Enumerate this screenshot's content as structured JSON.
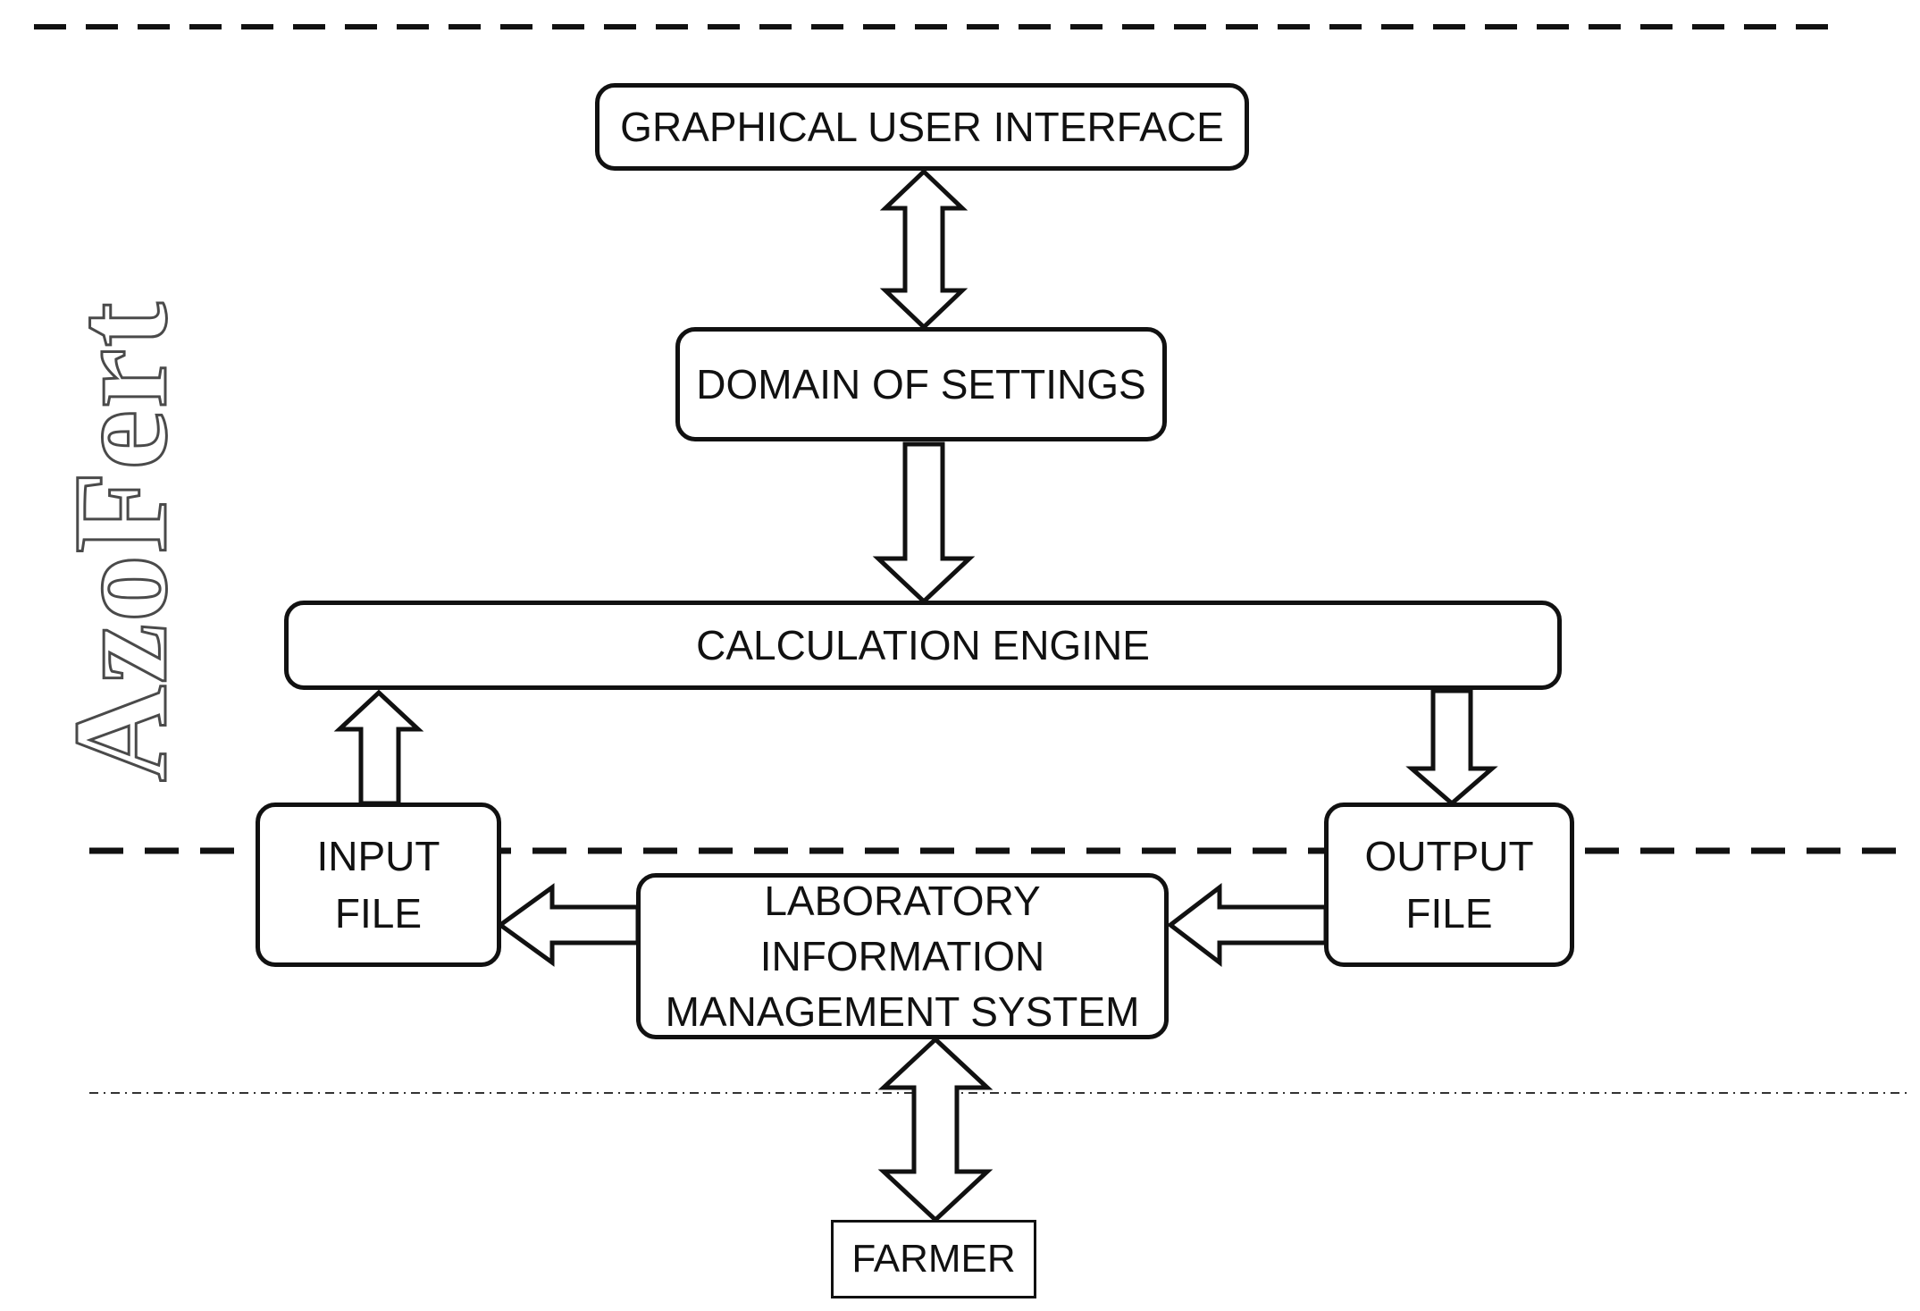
{
  "logo": {
    "text": "AzoFert"
  },
  "boxes": {
    "gui": {
      "label": "GRAPHICAL USER INTERFACE"
    },
    "domain": {
      "label": "DOMAIN OF SETTINGS"
    },
    "engine": {
      "label": "CALCULATION ENGINE"
    },
    "input": {
      "line1": "INPUT",
      "line2": "FILE"
    },
    "output": {
      "line1": "OUTPUT",
      "line2": "FILE"
    },
    "lims": {
      "line1": "LABORATORY",
      "line2": "INFORMATION",
      "line3": "MANAGEMENT SYSTEM"
    },
    "farmer": {
      "label": "FARMER"
    }
  }
}
